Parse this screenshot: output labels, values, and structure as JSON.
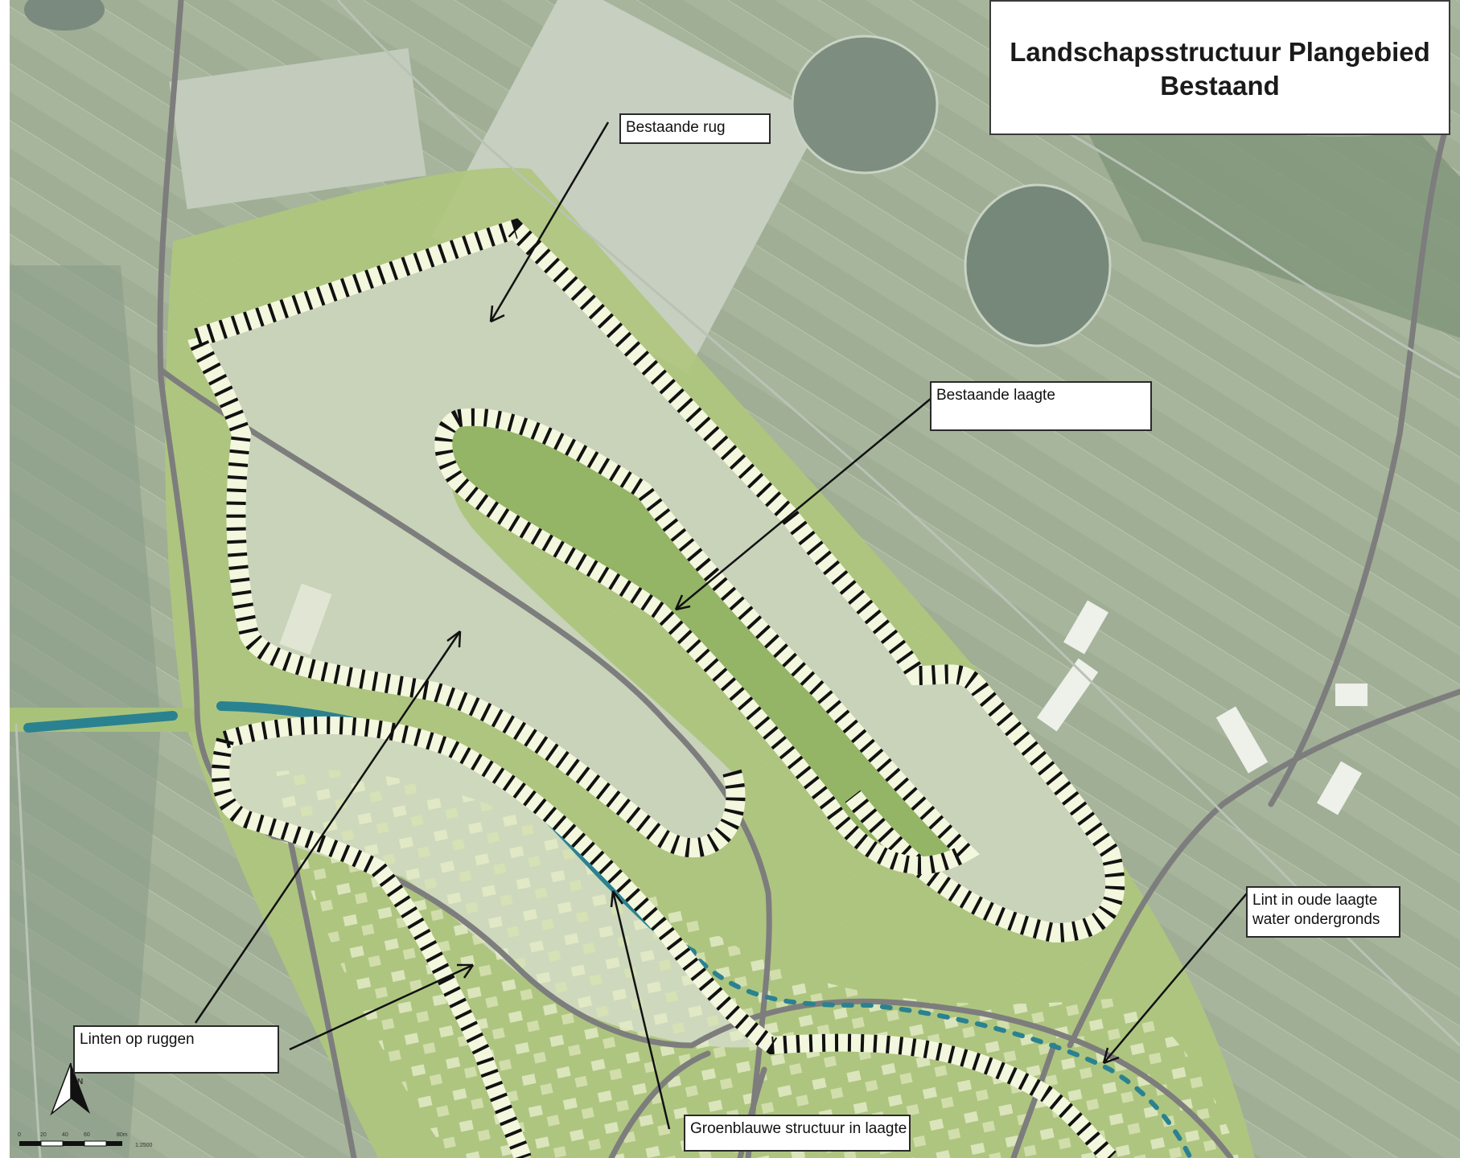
{
  "title": {
    "line1": "Landschapsstructuur Plangebied",
    "line2": "Bestaand"
  },
  "labels": {
    "bestaande_rug": "Bestaande rug",
    "bestaande_laagte": "Bestaande laagte",
    "lint_line1": "Lint in oude laagte",
    "lint_line2": "water ondergronds",
    "linten_op_ruggen": "Linten op ruggen",
    "groenblauwe": "Groenblauwe structuur in laagte"
  },
  "scale_bar": {
    "ticks": [
      "0",
      "20",
      "40",
      "60",
      "80m"
    ],
    "ratio": "1:2500"
  },
  "north_arrow": "N",
  "colors": {
    "aerial_base": "#9aaa92",
    "ridge_fill": "#c9d4b8",
    "lowland_green": "#94b664",
    "watercourse": "#2a8291",
    "road": "#7d7d7d",
    "hatch_dark": "#111111",
    "hatch_light": "#f3f7dd"
  }
}
